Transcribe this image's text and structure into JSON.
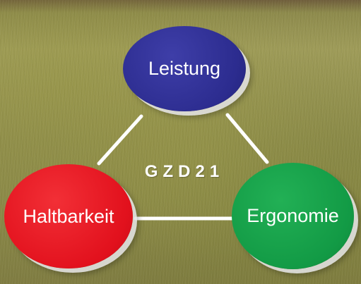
{
  "diagram": {
    "center_label": "GZD21",
    "nodes": [
      {
        "label": "Leistung",
        "color": "#2c2c8f"
      },
      {
        "label": "Haltbarkeit",
        "color": "#e2111d"
      },
      {
        "label": "Ergonomie",
        "color": "#129a45"
      }
    ],
    "connector_color": "#ffffff",
    "shadow_color": "#ebebeb"
  }
}
